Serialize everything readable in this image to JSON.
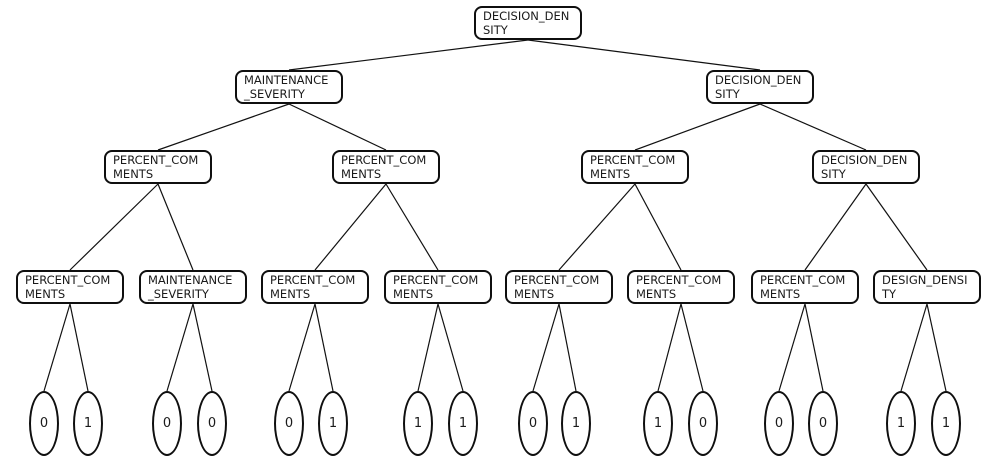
{
  "diagram": {
    "type": "decision-tree",
    "node_shape": "rounded-rectangle",
    "leaf_shape": "ellipse",
    "colors": {
      "background": "#ffffff",
      "node_fill": "#ffffff",
      "node_border": "#0f0f0f",
      "edge": "#111111",
      "text": "#1a1a1a"
    }
  },
  "tree": {
    "label": "DECISION_DENSITY",
    "children": [
      {
        "label": "MAINTENANCE_SEVERITY",
        "children": [
          {
            "label": "PERCENT_COMMENTS",
            "children": [
              {
                "label": "PERCENT_COMMENTS",
                "children": [
                  {
                    "value": "0"
                  },
                  {
                    "value": "1"
                  }
                ]
              },
              {
                "label": "MAINTENANCE_SEVERITY",
                "children": [
                  {
                    "value": "0"
                  },
                  {
                    "value": "0"
                  }
                ]
              }
            ]
          },
          {
            "label": "PERCENT_COMMENTS",
            "children": [
              {
                "label": "PERCENT_COMMENTS",
                "children": [
                  {
                    "value": "0"
                  },
                  {
                    "value": "1"
                  }
                ]
              },
              {
                "label": "PERCENT_COMMENTS",
                "children": [
                  {
                    "value": "1"
                  },
                  {
                    "value": "1"
                  }
                ]
              }
            ]
          }
        ]
      },
      {
        "label": "DECISION_DENSITY",
        "children": [
          {
            "label": "PERCENT_COMMENTS",
            "children": [
              {
                "label": "PERCENT_COMMENTS",
                "children": [
                  {
                    "value": "0"
                  },
                  {
                    "value": "1"
                  }
                ]
              },
              {
                "label": "PERCENT_COMMENTS",
                "children": [
                  {
                    "value": "1"
                  },
                  {
                    "value": "0"
                  }
                ]
              }
            ]
          },
          {
            "label": "DECISION_DENSITY",
            "children": [
              {
                "label": "PERCENT_COMMENTS",
                "children": [
                  {
                    "value": "0"
                  },
                  {
                    "value": "0"
                  }
                ]
              },
              {
                "label": "DESIGN_DENSITY",
                "children": [
                  {
                    "value": "1"
                  },
                  {
                    "value": "1"
                  }
                ]
              }
            ]
          }
        ]
      }
    ]
  }
}
